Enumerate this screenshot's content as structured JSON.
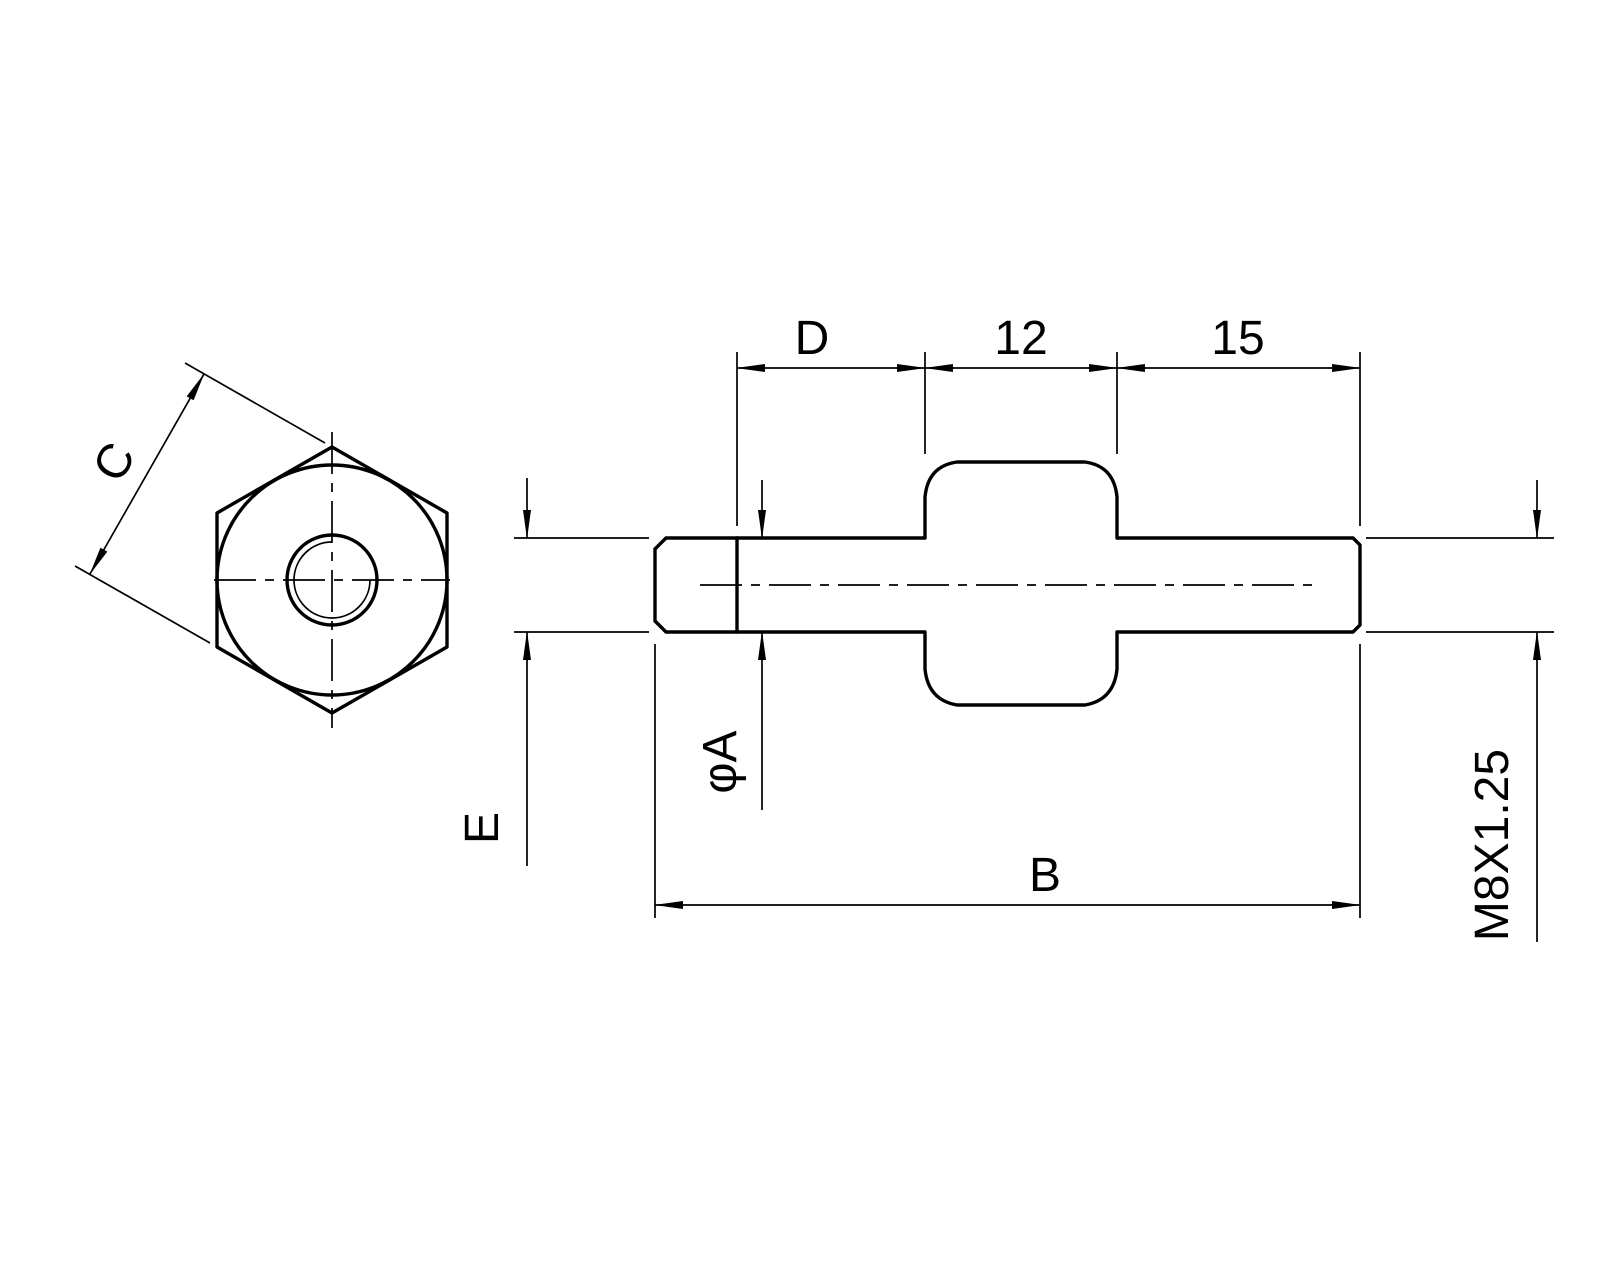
{
  "drawing": {
    "title": "threaded-stud-technical-drawing",
    "colors": {
      "line": "#000000",
      "background": "#ffffff"
    },
    "labels": {
      "dim_c": "C",
      "dim_d": "D",
      "dim_hex_length": "12",
      "dim_thread_length": "15",
      "dim_shaft_diameter": "φA",
      "dim_left_end": "E",
      "dim_overall_length": "B",
      "thread_spec": "M8X1.25"
    }
  }
}
